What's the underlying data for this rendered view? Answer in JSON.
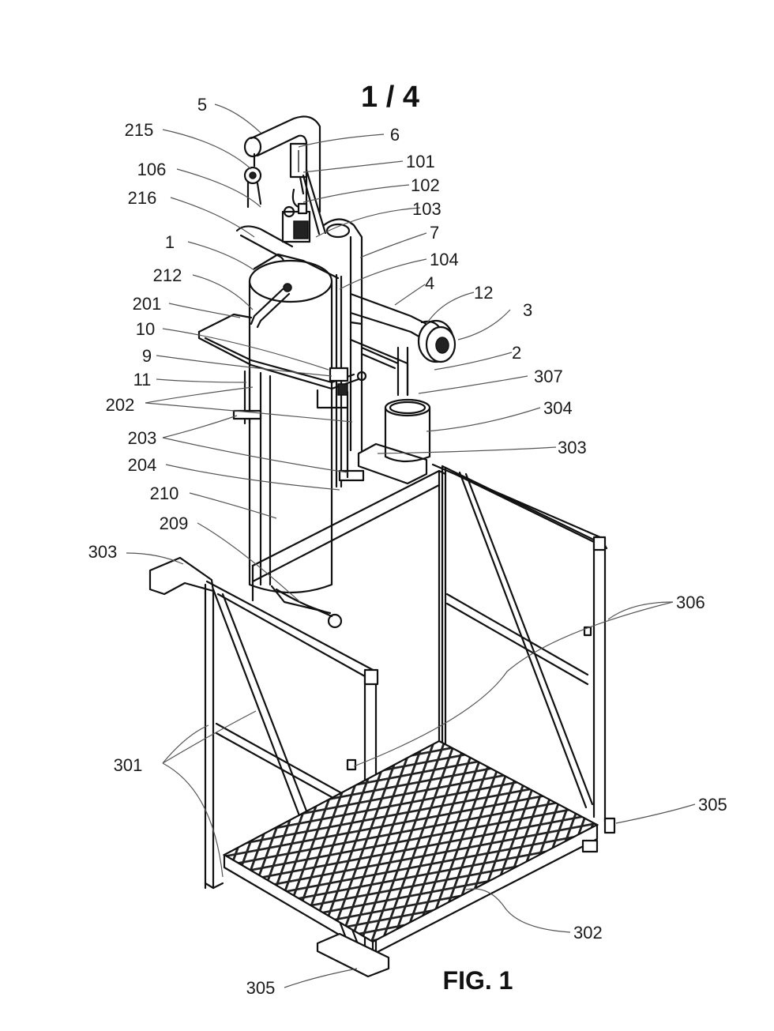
{
  "sheet_number": "1 / 4",
  "figure_label": "FIG. 1",
  "labels": {
    "l5": "5",
    "l215": "215",
    "l6": "6",
    "l106": "106",
    "l101": "101",
    "l102": "102",
    "l216": "216",
    "l103": "103",
    "l1": "1",
    "l7": "7",
    "l104": "104",
    "l212": "212",
    "l4": "4",
    "l12": "12",
    "l201": "201",
    "l3": "3",
    "l10": "10",
    "l9": "9",
    "l2": "2",
    "l11": "11",
    "l307": "307",
    "l202": "202",
    "l304": "304",
    "l203": "203",
    "l303a": "303",
    "l204": "204",
    "l210": "210",
    "l209": "209",
    "l303b": "303",
    "l306": "306",
    "l301": "301",
    "l305a": "305",
    "l302": "302",
    "l305b": "305"
  }
}
